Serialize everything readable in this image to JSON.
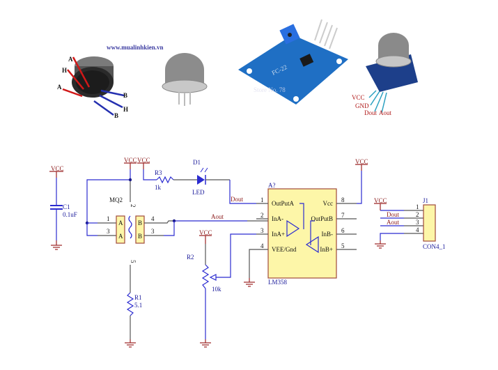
{
  "photos": {
    "sensor_pinout": {
      "watermark": "www.mualinhkien.vn",
      "pins": [
        "A",
        "H",
        "A",
        "B",
        "H",
        "B"
      ]
    },
    "module_board": {
      "silkscreen": "FC-22",
      "overlay_text": "Store No. 78"
    },
    "module_pinout": {
      "pins": [
        "VCC",
        "GND",
        "Dout",
        "Aout"
      ]
    }
  },
  "schematic": {
    "vcc_label": "VCC",
    "c1": {
      "ref": "C1",
      "value": "0.1uF"
    },
    "mq2": {
      "ref": "MQ2",
      "pin_a": "A",
      "pin_b": "B",
      "heater": "H",
      "pins": [
        "1",
        "3",
        "4",
        "3",
        "2",
        "5"
      ]
    },
    "r1": {
      "ref": "R1",
      "value": "5.1"
    },
    "r2": {
      "ref": "R2",
      "value": "10k"
    },
    "r3": {
      "ref": "R3",
      "value": "1k"
    },
    "d1": {
      "ref": "D1",
      "value": "LED"
    },
    "nets": {
      "dout": "Dout",
      "aout": "Aout"
    },
    "opamp": {
      "ref": "A?",
      "part": "LM358",
      "left_pins": [
        {
          "num": "1",
          "name": "OutPutA"
        },
        {
          "num": "2",
          "name": "InA-"
        },
        {
          "num": "3",
          "name": "InA+"
        },
        {
          "num": "4",
          "name": "VEE/Gnd"
        }
      ],
      "right_pins": [
        {
          "num": "8",
          "name": "Vcc"
        },
        {
          "num": "7",
          "name": "OutPutB"
        },
        {
          "num": "6",
          "name": "InB-"
        },
        {
          "num": "5",
          "name": "InB+"
        }
      ]
    },
    "j1": {
      "ref": "J1",
      "part": "CON4_1",
      "pins": [
        "1",
        "2",
        "3",
        "4"
      ],
      "nets": [
        "",
        "Dout",
        "Aout",
        ""
      ]
    }
  }
}
